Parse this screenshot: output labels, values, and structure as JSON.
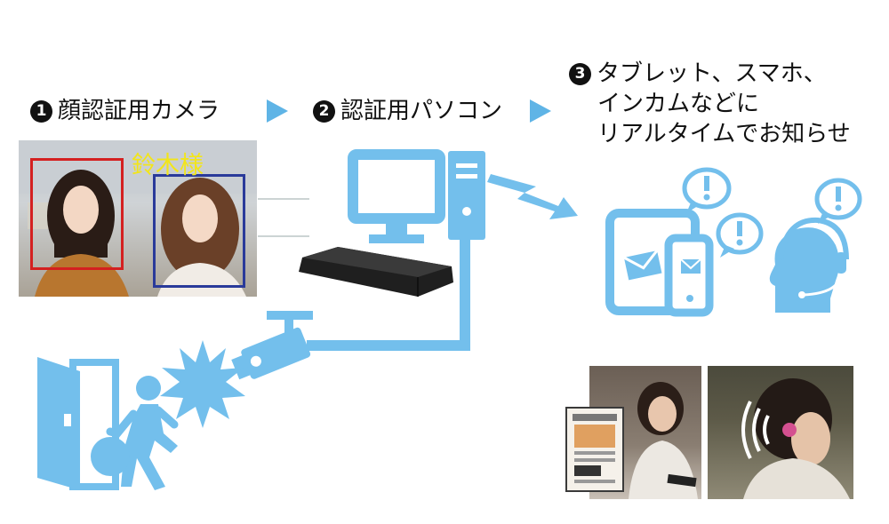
{
  "steps": [
    {
      "num": "1",
      "label": "顔認証用カメラ"
    },
    {
      "num": "2",
      "label": "認証用パソコン"
    },
    {
      "num": "3",
      "lines": [
        "タブレット、スマホ、",
        "インカムなどに",
        "リアルタイムでお知らせ"
      ]
    }
  ],
  "photo": {
    "name_label": "鈴木様"
  },
  "colors": {
    "accent": "#73bfec",
    "arrow": "#5fb4e6",
    "box_red": "#d42020",
    "box_blue": "#2a3a9a",
    "label_yellow": "#f2e51a"
  },
  "icons": [
    "camera-photo",
    "monitor-icon",
    "pc-tower-icon",
    "network-box",
    "lightning-arrow-icon",
    "security-camera-icon",
    "flash-burst-icon",
    "door-icon",
    "walking-person-icon",
    "tablet-icon",
    "smartphone-icon",
    "mail-icon",
    "alert-bubble-icon",
    "headset-person-icon"
  ]
}
